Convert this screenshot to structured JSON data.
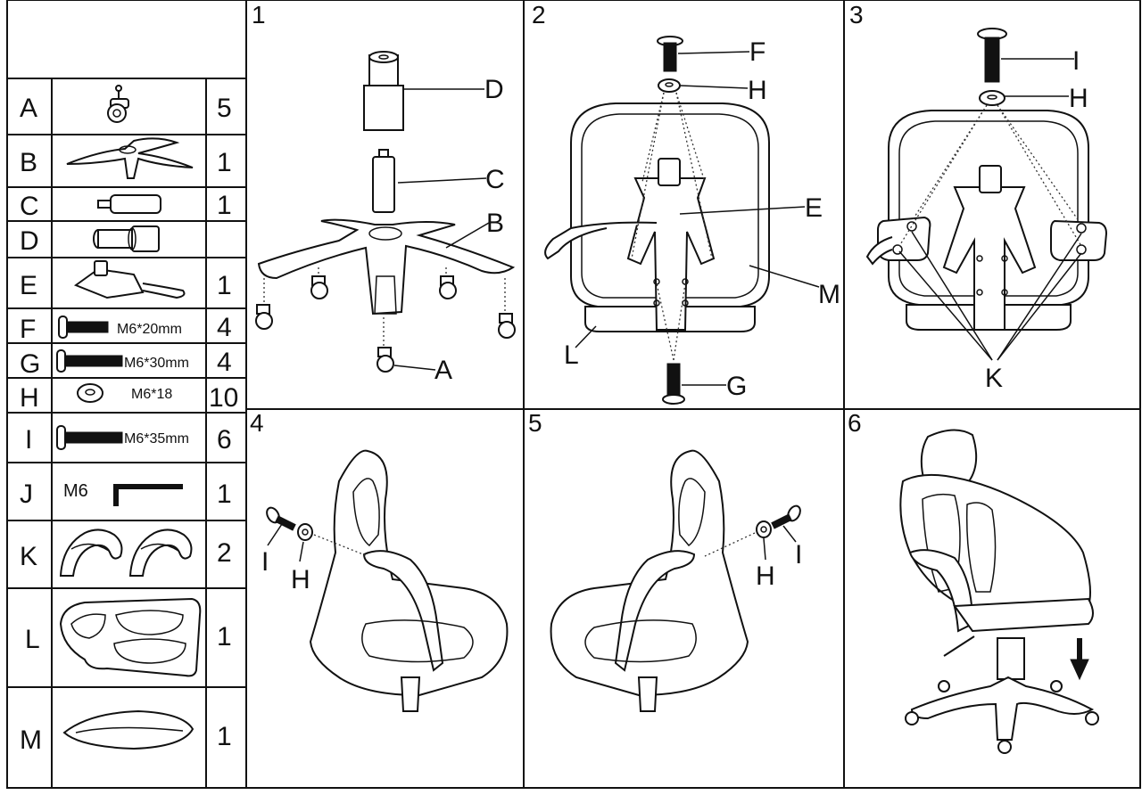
{
  "parts": [
    {
      "letter": "A",
      "spec": "",
      "qty": "5",
      "icon": "caster-wheel-icon"
    },
    {
      "letter": "B",
      "spec": "",
      "qty": "1",
      "icon": "star-base-icon"
    },
    {
      "letter": "C",
      "spec": "",
      "qty": "1",
      "icon": "gas-lift-icon"
    },
    {
      "letter": "D",
      "spec": "",
      "qty": "",
      "icon": "cylinder-cover-icon"
    },
    {
      "letter": "E",
      "spec": "",
      "qty": "1",
      "icon": "tilt-mechanism-icon"
    },
    {
      "letter": "F",
      "spec": "M6*20mm",
      "qty": "4",
      "icon": "bolt-icon"
    },
    {
      "letter": "G",
      "spec": "M6*30mm",
      "qty": "4",
      "icon": "bolt-icon"
    },
    {
      "letter": "H",
      "spec": "M6*18",
      "qty": "10",
      "icon": "washer-icon"
    },
    {
      "letter": "I",
      "spec": "M6*35mm",
      "qty": "6",
      "icon": "bolt-icon"
    },
    {
      "letter": "J",
      "spec": "M6",
      "qty": "1",
      "icon": "allen-key-icon"
    },
    {
      "letter": "K",
      "spec": "",
      "qty": "2",
      "icon": "armrest-pair-icon"
    },
    {
      "letter": "L",
      "spec": "",
      "qty": "1",
      "icon": "backrest-icon"
    },
    {
      "letter": "M",
      "spec": "",
      "qty": "1",
      "icon": "seat-cushion-icon"
    }
  ],
  "steps": [
    {
      "number": "1",
      "callouts": [
        "D",
        "C",
        "B",
        "A"
      ]
    },
    {
      "number": "2",
      "callouts": [
        "F",
        "H",
        "E",
        "M",
        "L",
        "G"
      ]
    },
    {
      "number": "3",
      "callouts": [
        "I",
        "H",
        "K"
      ]
    },
    {
      "number": "4",
      "callouts": [
        "I",
        "H"
      ]
    },
    {
      "number": "5",
      "callouts": [
        "H",
        "I"
      ]
    },
    {
      "number": "6",
      "callouts": []
    }
  ]
}
